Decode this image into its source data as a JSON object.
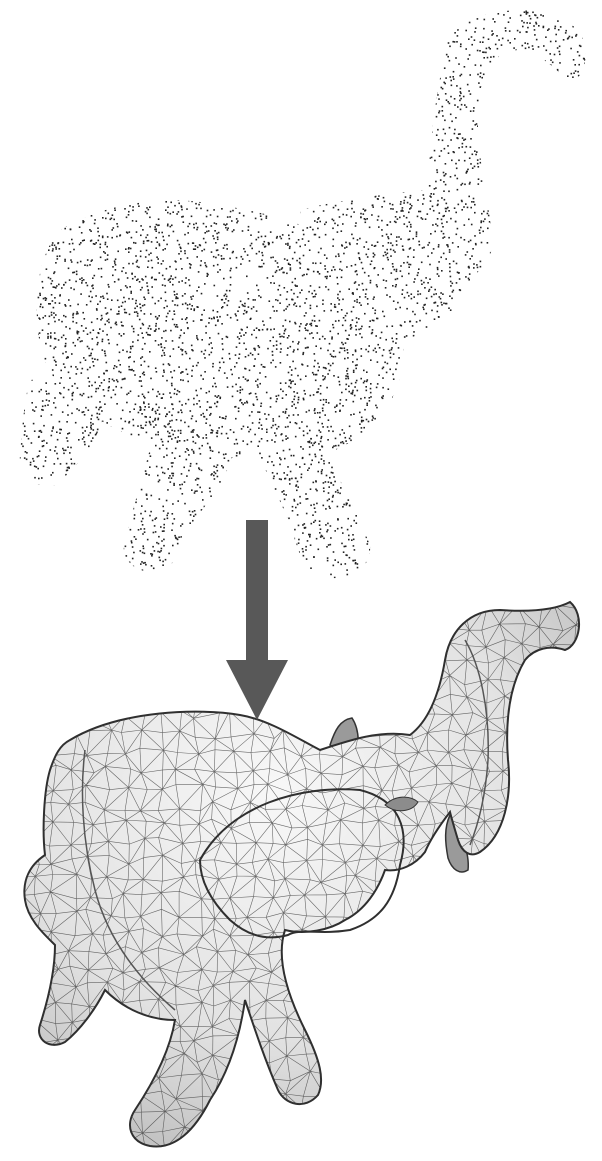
{
  "figure": {
    "stages": [
      {
        "name": "point-cloud",
        "shading": "stippled-dots",
        "color": "#1a1a1a"
      },
      {
        "name": "triangle-mesh",
        "shading": "wireframe-surface",
        "color": "#4a4a4a"
      }
    ],
    "arrow": {
      "direction": "down",
      "color": "#555555"
    },
    "colors": {
      "background": "#ffffff",
      "dots": "#222222",
      "mesh_fill": "#ececec",
      "mesh_shadow": "#a9a9a9",
      "mesh_edge": "#3a3a3a",
      "arrow": "#585858"
    }
  }
}
